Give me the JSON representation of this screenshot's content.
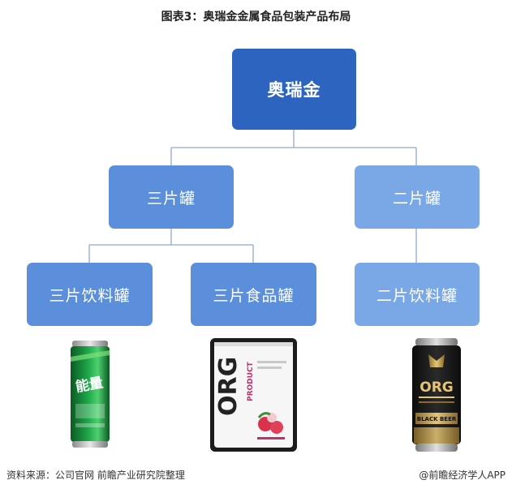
{
  "title": "图表3：奥瑞金金属食品包装产品布局",
  "nodes": {
    "root": "奥瑞金",
    "three_piece_can": "三片罐",
    "two_piece_can": "二片罐",
    "three_piece_beverage_can": "三片饮料罐",
    "three_piece_food_can": "三片食品罐",
    "two_piece_beverage_can": "二片饮料罐"
  },
  "images": {
    "green_can": {
      "brand_text": "能量",
      "icon": "green-energy-drink-can"
    },
    "org_pouch": {
      "brand_text": "ORG",
      "sub_text": "PRODUCT",
      "icon": "white-food-pouch"
    },
    "black_can": {
      "brand_text": "ORG",
      "sub_text": "BLACK BEER",
      "icon": "black-beer-can"
    }
  },
  "footer": {
    "source": "资料来源：公司官网 前瞻产业研究院整理",
    "brand": "@前瞻经济学人APP"
  },
  "colors": {
    "root": "#2c64bf",
    "mid": "#5b8fdc",
    "light": "#7aa7e6",
    "connector": "#8fa9cf"
  }
}
